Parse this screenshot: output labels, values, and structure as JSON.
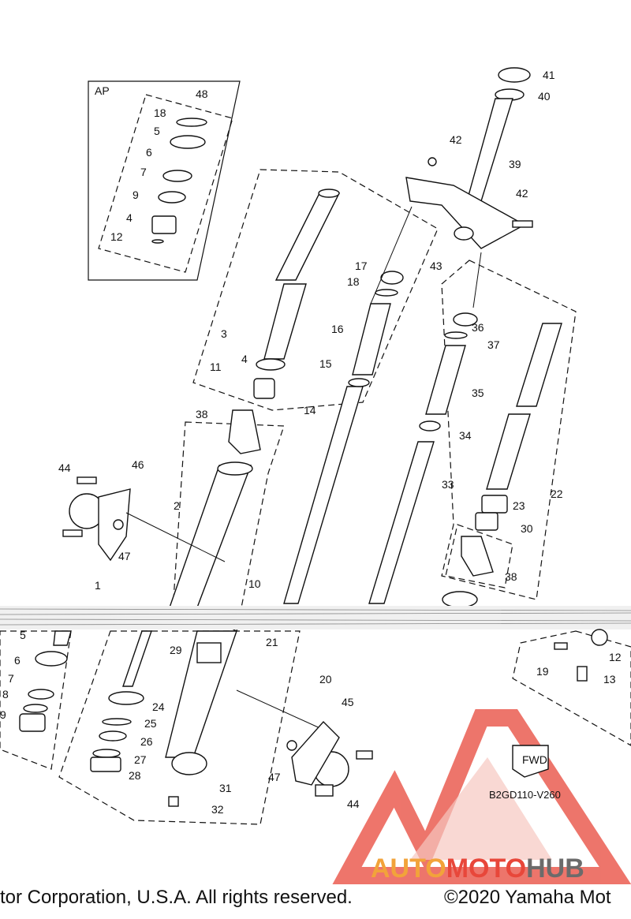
{
  "inset": {
    "title": "AP",
    "group_number": "48"
  },
  "callouts": {
    "c1": "1",
    "c2": "2",
    "c3": "3",
    "c4": "4",
    "c5": "5",
    "c6": "6",
    "c7": "7",
    "c8": "8",
    "c9": "9",
    "c10": "10",
    "c11": "11",
    "c12": "12",
    "c13": "13",
    "c14": "14",
    "c15": "15",
    "c16": "16",
    "c17": "17",
    "c18": "18",
    "c19": "19",
    "c20": "20",
    "c21": "21",
    "c22": "22",
    "c23": "23",
    "c24": "24",
    "c25": "25",
    "c26": "26",
    "c27": "27",
    "c28": "28",
    "c29": "29",
    "c30": "30",
    "c31": "31",
    "c32": "32",
    "c33": "33",
    "c34": "34",
    "c35": "35",
    "c36": "36",
    "c37": "37",
    "c38": "38",
    "c39": "39",
    "c40": "40",
    "c41": "41",
    "c42": "42",
    "c43": "43",
    "c44": "44",
    "c45": "45",
    "c46": "46",
    "c47": "47"
  },
  "direction_label": "FWD",
  "diagram_code": "B2GD110-V260",
  "watermark": {
    "part1": "AUTO",
    "part2": "MOTO",
    "part3": "HUB"
  },
  "copyright": {
    "left": "tor Corporation, U.S.A. All rights reserved.",
    "right": "©2020 Yamaha Mot"
  },
  "colors": {
    "watermark_red": "#e8473a",
    "watermark_orange": "#f2a33a",
    "watermark_gray": "#6b6b6b"
  }
}
